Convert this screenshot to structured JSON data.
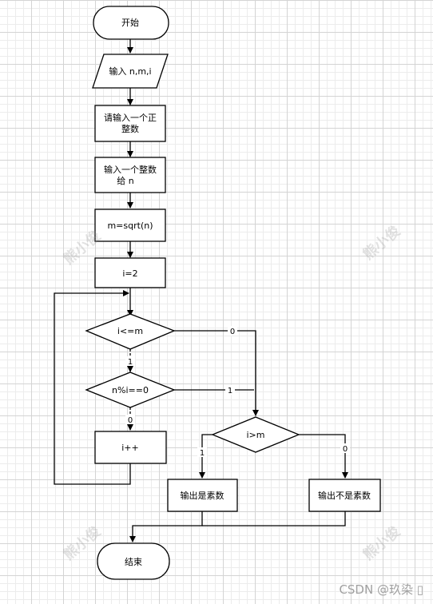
{
  "nodes": {
    "start": "开始",
    "input": "输入 n,m,i",
    "prompt_l1": "请输入一个正",
    "prompt_l2": "整数",
    "read_l1": "输入一个整数",
    "read_l2": "给 n",
    "sqrt": "m=sqrt(n)",
    "init_i": "i=2",
    "cond_loop": "i<=m",
    "cond_mod": "n%i==0",
    "incr": "i++",
    "cond_prime": "i>m",
    "out_prime": "输出是素数",
    "out_not_prime": "输出不是素数",
    "end": "结束"
  },
  "edge_labels": {
    "loop_false": "0",
    "loop_true": "1",
    "mod_true": "1",
    "mod_false": "0",
    "prime_true": "1",
    "prime_false": "0"
  },
  "watermark": "熊小俊",
  "footer": "CSDN @玖染 ▯",
  "colors": {
    "stroke": "#000000",
    "fill": "#ffffff",
    "grid": "#d4d4d4"
  }
}
